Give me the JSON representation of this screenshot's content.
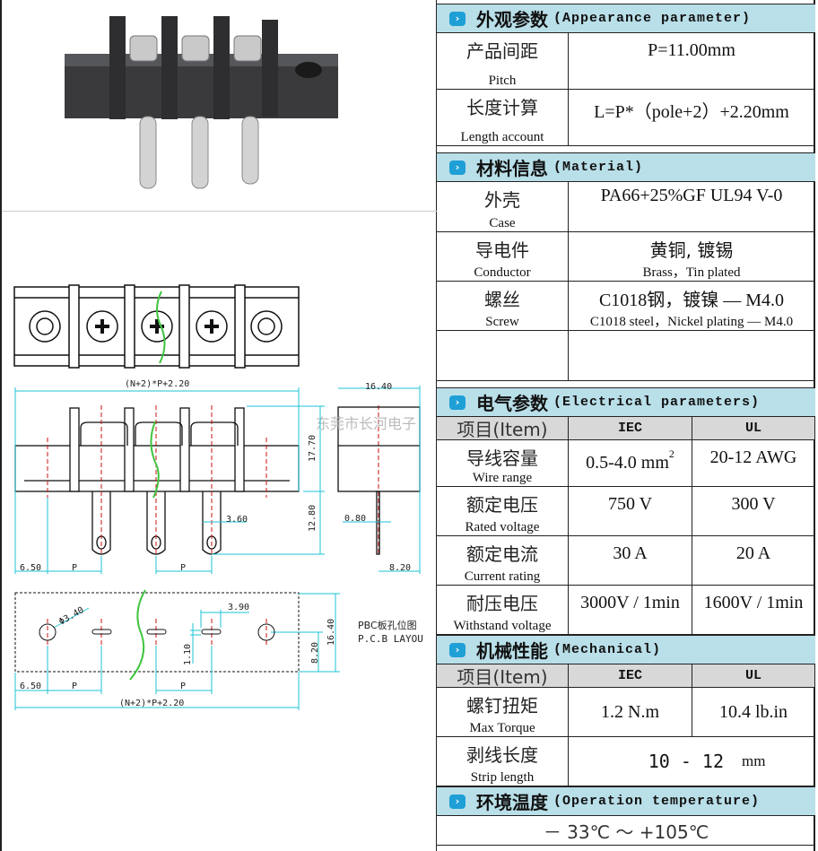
{
  "sections": {
    "appearance": {
      "cn": "外观参数",
      "en": "(Appearance parameter)"
    },
    "material": {
      "cn": "材料信息",
      "en": "(Material)"
    },
    "electrical": {
      "cn": "电气参数",
      "en": "(Electrical parameters)"
    },
    "mechanical": {
      "cn": "机械性能",
      "en": "(Mechanical)"
    },
    "temperature": {
      "cn": "环境温度",
      "en": "(Operation temperature)"
    }
  },
  "appearance_rows": [
    {
      "cn": "产品间距",
      "en": "Pitch",
      "value": "P=11.00mm"
    },
    {
      "cn": "长度计算",
      "en": "Length account",
      "value": "L=P*（pole+2）+2.20mm"
    }
  ],
  "material_rows": [
    {
      "cn": "外壳",
      "en": "Case",
      "value": "PA66+25%GF UL94 V-0",
      "sub": ""
    },
    {
      "cn": "导电件",
      "en": "Conductor",
      "value": "黄铜, 镀锡",
      "sub": "Brass，Tin plated"
    },
    {
      "cn": "螺丝",
      "en": "Screw",
      "value": "C1018钢，镀镍 — M4.0",
      "sub": "C1018 steel，Nickel plating — M4.0"
    }
  ],
  "item_header": {
    "item": "项目(Item)",
    "iec": "IEC",
    "ul": "UL"
  },
  "electrical_rows": [
    {
      "cn": "导线容量",
      "en": "Wire range",
      "iec": "0.5-4.0 mm",
      "iec_sup": "2",
      "ul": "20-12  AWG"
    },
    {
      "cn": "额定电压",
      "en": "Rated voltage",
      "iec": "750 V",
      "ul": "300 V"
    },
    {
      "cn": "额定电流",
      "en": "Current rating",
      "iec": "30  A",
      "ul": "20  A"
    },
    {
      "cn": "耐压电压",
      "en": "Withstand voltage",
      "iec": "3000V / 1min",
      "ul": "1600V / 1min"
    }
  ],
  "mechanical_rows": [
    {
      "cn": "螺钉扭矩",
      "en": "Max Torque",
      "iec": "1.2  N.m",
      "ul": "10.4 lb.in"
    },
    {
      "cn": "剥线长度",
      "en": "Strip length",
      "value": "10  -  12",
      "unit": "mm"
    }
  ],
  "temperature_value": "－ 33℃  ～  +105℃",
  "drawing": {
    "overall": "(N+2)*P+2.20",
    "height_top": "17.70",
    "height_pin": "12.80",
    "pin_width": "3.60",
    "edge": "6.50",
    "pitch": "P",
    "side_width": "16.40",
    "pin_thick": "0.80",
    "side_half": "8.20",
    "hole_dia": "Φ3.40",
    "slot_len": "3.90",
    "slot_w": "1.10",
    "pcb_h": "16.40",
    "pcb_half": "8.20",
    "pcb_label_cn": "PBC板孔位图",
    "pcb_label_en": "P.C.B LAYOU",
    "watermark": "东莞市长河电子"
  },
  "colors": {
    "header_bg": "#b9dfe9",
    "item_bg": "#d8d8d8",
    "dim": "#1cc3d6",
    "center": "#cc1111",
    "break": "#3ec43e"
  }
}
